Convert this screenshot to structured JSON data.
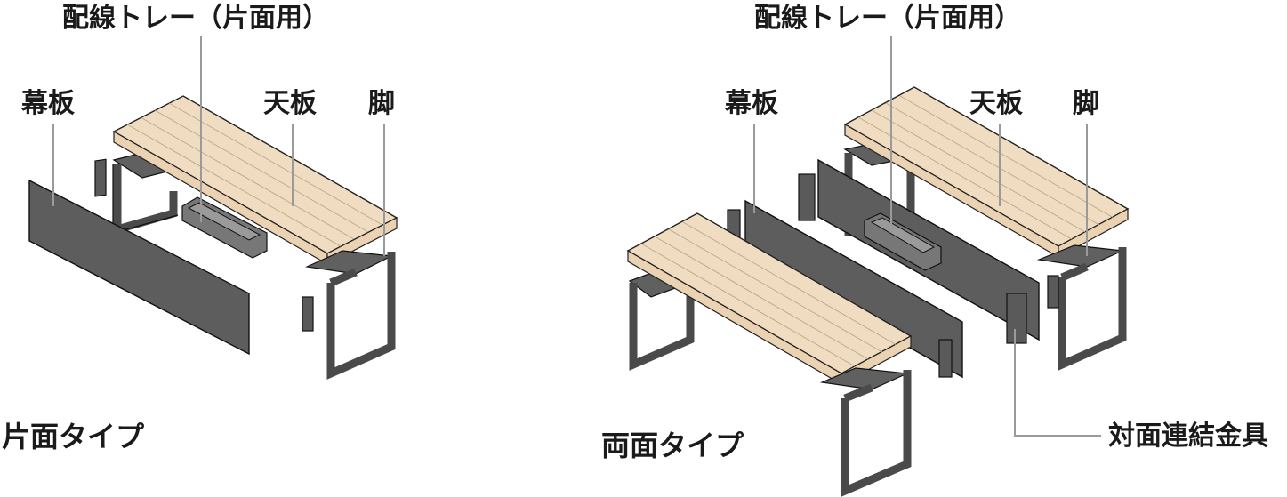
{
  "single_side": {
    "title": "片面タイプ",
    "labels": {
      "tray": "配線トレー（片面用）",
      "modesty_panel": "幕板",
      "tabletop": "天板",
      "leg": "脚"
    }
  },
  "double_side": {
    "title": "両面タイプ",
    "labels": {
      "tray": "配線トレー（片面用）",
      "modesty_panel": "幕板",
      "tabletop": "天板",
      "leg": "脚",
      "connector": "対面連結金具"
    }
  },
  "colors": {
    "tabletop": "#f0dcc0",
    "panel": "#5d5d5d",
    "leg_frame": "#4a4a4a",
    "leader_line": "#9a9a9a"
  }
}
